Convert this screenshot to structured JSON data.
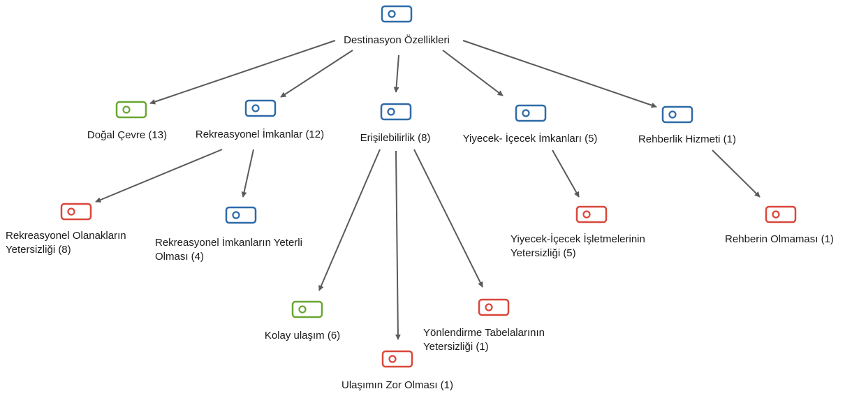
{
  "nodes": [
    {
      "id": "root",
      "label": [
        "Destinasyon Özellikleri"
      ],
      "color": "blue"
    },
    {
      "id": "dogal",
      "label": [
        "Doğal Çevre (13)"
      ],
      "color": "green"
    },
    {
      "id": "rekreasyonel",
      "label": [
        "Rekreasyonel İmkanlar (12)"
      ],
      "color": "blue"
    },
    {
      "id": "erisilebilirlik",
      "label": [
        "Erişilebilirlik (8)"
      ],
      "color": "blue"
    },
    {
      "id": "yiyecek",
      "label": [
        "Yiyecek- İçecek İmkanları (5)"
      ],
      "color": "blue"
    },
    {
      "id": "rehberlik",
      "label": [
        "Rehberlik Hizmeti (1)"
      ],
      "color": "blue"
    },
    {
      "id": "rek-olanak",
      "label": [
        "Rekreasyonel Olanakların",
        "Yetersizliği (8)"
      ],
      "color": "red"
    },
    {
      "id": "rek-yeterli",
      "label": [
        "Rekreasyonel İmkanların Yeterli",
        "Olması (4)"
      ],
      "color": "blue"
    },
    {
      "id": "kolay",
      "label": [
        "Kolay ulaşım (6)"
      ],
      "color": "green"
    },
    {
      "id": "zor",
      "label": [
        "Ulaşımın Zor Olması (1)"
      ],
      "color": "red"
    },
    {
      "id": "yonlendirme",
      "label": [
        "Yönlendirme Tabelalarının",
        "Yetersizliği (1)"
      ],
      "color": "red"
    },
    {
      "id": "yiyecek-isletme",
      "label": [
        "Yiyecek-İçecek İşletmelerinin",
        "Yetersizliği (5)"
      ],
      "color": "red"
    },
    {
      "id": "rehber-yok",
      "label": [
        "Rehberin Olmaması (1)"
      ],
      "color": "red"
    }
  ],
  "edges": [
    [
      "root",
      "dogal"
    ],
    [
      "root",
      "rekreasyonel"
    ],
    [
      "root",
      "erisilebilirlik"
    ],
    [
      "root",
      "yiyecek"
    ],
    [
      "root",
      "rehberlik"
    ],
    [
      "rekreasyonel",
      "rek-olanak"
    ],
    [
      "rekreasyonel",
      "rek-yeterli"
    ],
    [
      "erisilebilirlik",
      "kolay"
    ],
    [
      "erisilebilirlik",
      "zor"
    ],
    [
      "erisilebilirlik",
      "yonlendirme"
    ],
    [
      "yiyecek",
      "yiyecek-isletme"
    ],
    [
      "rehberlik",
      "rehber-yok"
    ]
  ],
  "colors": {
    "blue": "#2e6aa8",
    "green": "#6aa632",
    "red": "#d9473a",
    "edge": "#5a5a5a"
  }
}
